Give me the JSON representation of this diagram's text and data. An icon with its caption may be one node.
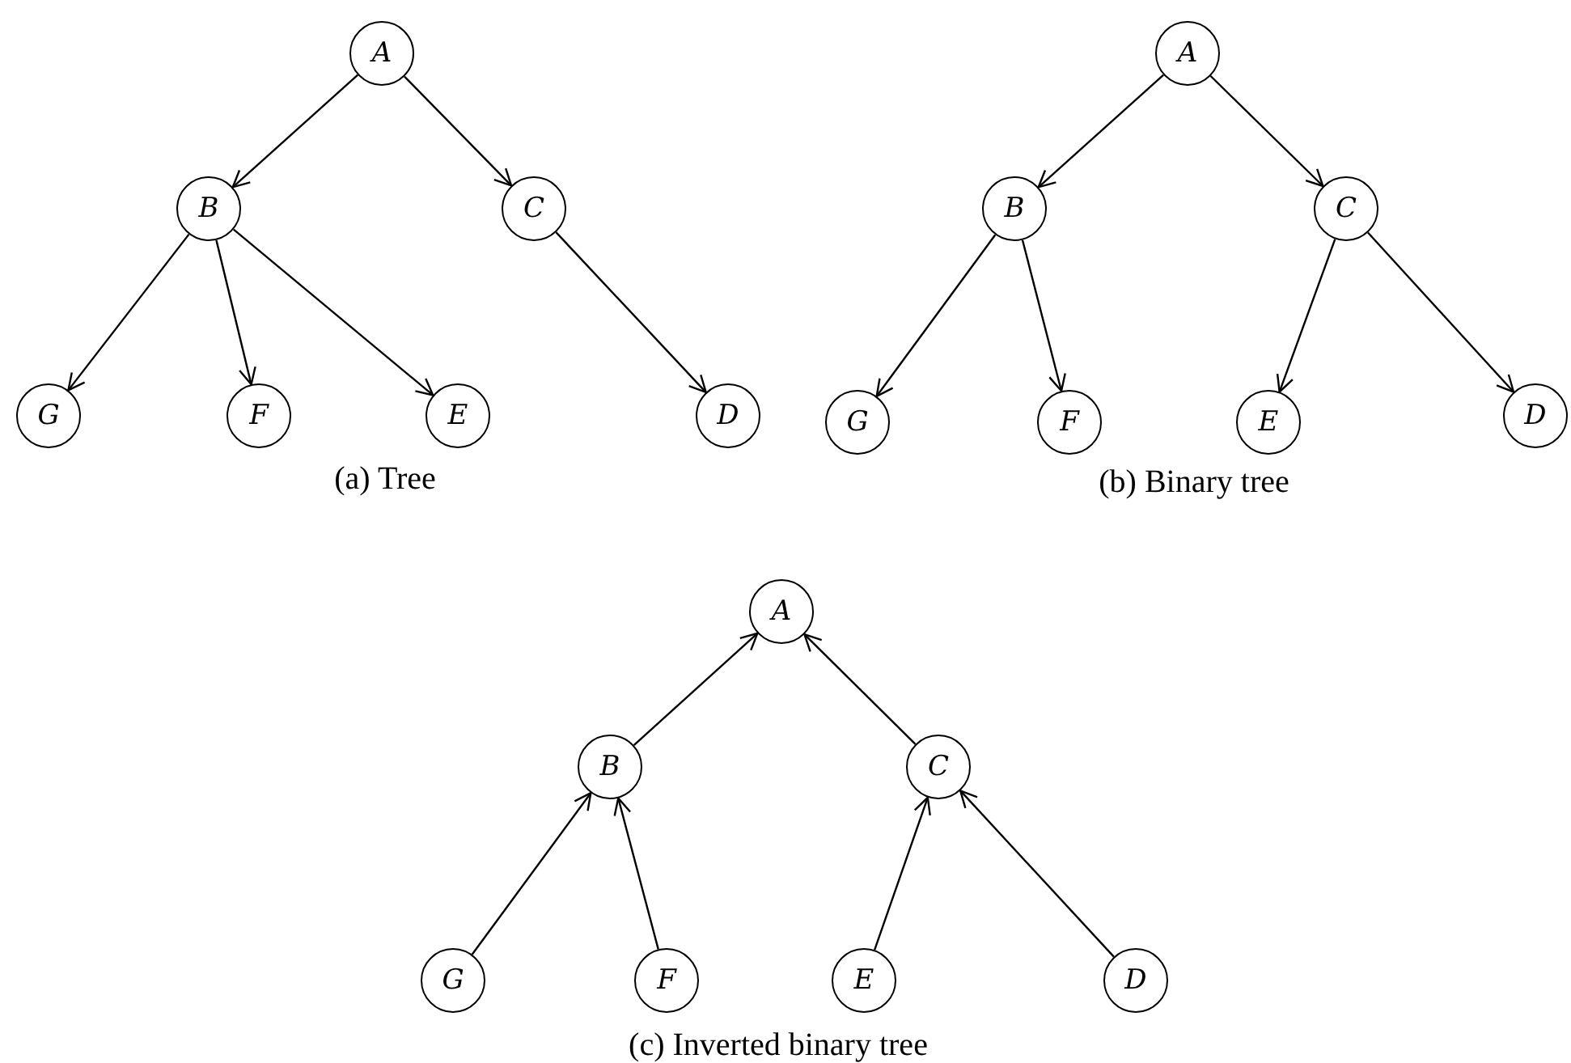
{
  "diagram": {
    "nodes": [
      {
        "text": [
          "A"
        ]
      },
      {
        "text": [
          "B"
        ]
      },
      {
        "text": [
          "C"
        ]
      },
      {
        "text": [
          "G"
        ]
      },
      {
        "text": [
          "F"
        ]
      },
      {
        "text": [
          "E"
        ]
      },
      {
        "text": [
          "D"
        ]
      },
      {
        "text": [
          "A"
        ]
      },
      {
        "text": [
          "B"
        ]
      },
      {
        "text": [
          "C"
        ]
      },
      {
        "text": [
          "G"
        ]
      },
      {
        "text": [
          "F"
        ]
      },
      {
        "text": [
          "E"
        ]
      },
      {
        "text": [
          "D"
        ]
      },
      {
        "text": [
          "A"
        ]
      },
      {
        "text": [
          "B"
        ]
      },
      {
        "text": [
          "C"
        ]
      },
      {
        "text": [
          "G"
        ]
      },
      {
        "text": [
          "F"
        ]
      },
      {
        "text": [
          "E"
        ]
      },
      {
        "text": [
          "D"
        ]
      }
    ],
    "edges": [
      {
        "from": 0,
        "to": 1,
        "arrow": "to"
      },
      {
        "from": 0,
        "to": 2,
        "arrow": "to"
      },
      {
        "from": 1,
        "to": 3,
        "arrow": "to"
      },
      {
        "from": 1,
        "to": 4,
        "arrow": "to"
      },
      {
        "from": 1,
        "to": 5,
        "arrow": "to"
      },
      {
        "from": 2,
        "to": 6,
        "arrow": "to"
      },
      {
        "from": 7,
        "to": 8,
        "arrow": "to"
      },
      {
        "from": 7,
        "to": 9,
        "arrow": "to"
      },
      {
        "from": 8,
        "to": 10,
        "arrow": "to"
      },
      {
        "from": 8,
        "to": 11,
        "arrow": "to"
      },
      {
        "from": 9,
        "to": 12,
        "arrow": "to"
      },
      {
        "from": 9,
        "to": 13,
        "arrow": "to"
      },
      {
        "from": 15,
        "to": 14,
        "arrow": "to"
      },
      {
        "from": 16,
        "to": 14,
        "arrow": "to"
      },
      {
        "from": 17,
        "to": 15,
        "arrow": "to"
      },
      {
        "from": 18,
        "to": 15,
        "arrow": "to"
      },
      {
        "from": 19,
        "to": 16,
        "arrow": "to"
      },
      {
        "from": 20,
        "to": 16,
        "arrow": "to"
      }
    ],
    "labels": [
      "(a) Tree",
      "(b) Binary tree",
      "(c) Inverted binary tree"
    ]
  }
}
